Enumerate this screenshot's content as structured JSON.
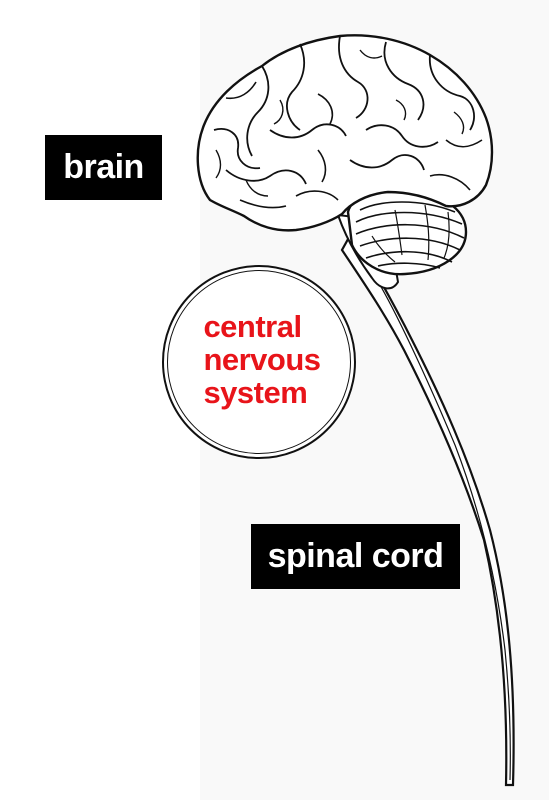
{
  "labels": {
    "brain": "brain",
    "spinal_cord": "spinal cord"
  },
  "center_label": {
    "line1": "central",
    "line2": "nervous",
    "line3": "system"
  },
  "colors": {
    "label_background": "#000000",
    "label_text": "#ffffff",
    "center_text": "#e8141a",
    "outline": "#111111"
  },
  "icons": [
    "brain-illustration",
    "spinal-cord-illustration",
    "cerebellum-illustration"
  ]
}
